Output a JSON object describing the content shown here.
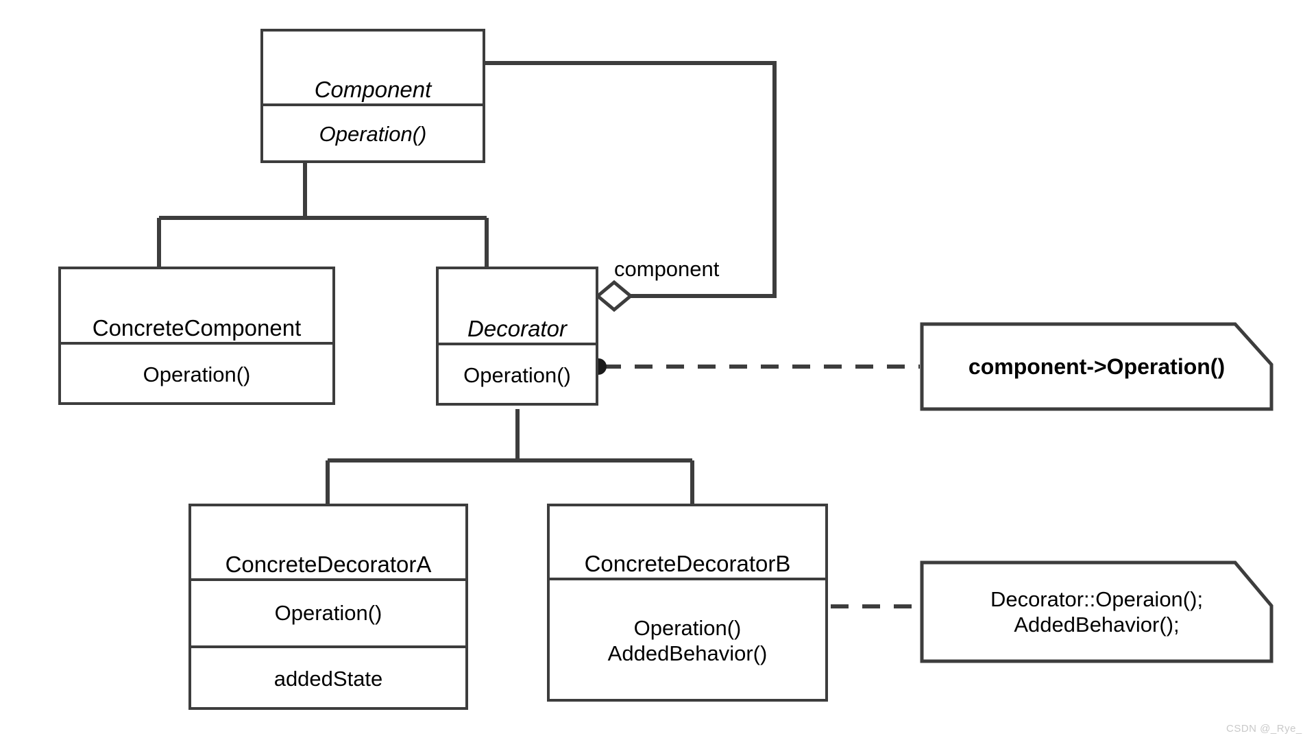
{
  "diagram": {
    "title": "Decorator pattern UML class diagram",
    "stroke_color": "#3d3d3d",
    "text_color": "#000000",
    "background": "#ffffff",
    "classes": [
      {
        "id": "component",
        "name": "Component",
        "abstract": true,
        "compartments": [
          {
            "id": "ops",
            "lines": [
              "Operation()"
            ],
            "italic": true
          }
        ]
      },
      {
        "id": "concrete_component",
        "name": "ConcreteComponent",
        "abstract": false,
        "compartments": [
          {
            "id": "ops",
            "lines": [
              "Operation()"
            ],
            "italic": false
          }
        ]
      },
      {
        "id": "decorator",
        "name": "Decorator",
        "abstract": true,
        "compartments": [
          {
            "id": "ops",
            "lines": [
              "Operation()"
            ],
            "italic": false
          }
        ]
      },
      {
        "id": "concrete_decorator_a",
        "name": "ConcreteDecoratorA",
        "abstract": false,
        "compartments": [
          {
            "id": "ops",
            "lines": [
              "Operation()"
            ],
            "italic": false
          },
          {
            "id": "attrs",
            "lines": [
              "addedState"
            ],
            "italic": false
          }
        ]
      },
      {
        "id": "concrete_decorator_b",
        "name": "ConcreteDecoratorB",
        "abstract": false,
        "compartments": [
          {
            "id": "ops",
            "lines": [
              "Operation()",
              "AddedBehavior()"
            ],
            "italic": false
          }
        ]
      }
    ],
    "edge_labels": {
      "aggregation_role": "component"
    },
    "notes": [
      {
        "id": "note_decorator",
        "bold": true,
        "lines": [
          "component->Operation()"
        ]
      },
      {
        "id": "note_decorator_b",
        "bold": false,
        "lines": [
          "Decorator::Operaion();",
          "AddedBehavior();"
        ]
      }
    ],
    "watermark": "CSDN @_Rye_"
  }
}
